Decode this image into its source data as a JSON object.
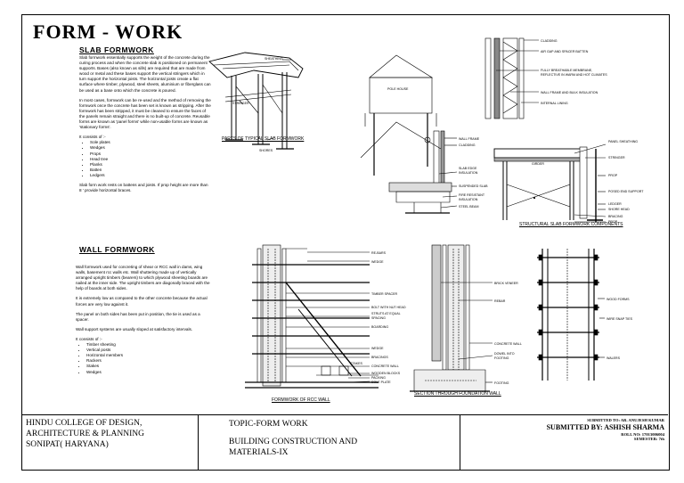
{
  "title": "FORM - WORK",
  "slab": {
    "heading": "SLAB FORMWORK",
    "p1": "Slab formwork essentially supports the weight of the concrete during the curing process and when the concrete slab is positioned on permanent supports. Bases (also known as sills) are required that are made from wood or metal and these bases support the vertical stringers which in turn support the horizontal joists. The horizontal joists create a flat surface where timber, plywood, steel sheets, aluminium or fiberglass can be used as a base onto which the concrete is poured.",
    "p2": "In most cases, formwork can be re-used and the method of removing the formwork once the concrete has been set is known as stripping. After the formwork has been stripped, it must be cleaned to ensure the faces of the panels remain straight and there is no built-up of concrete. Reusable forms are known as 'panel forms' while non-usable forms are known as 'stationary forms'.",
    "list_intro": "It consists of :-",
    "items": [
      "Sole plates",
      "Wedges",
      "Props",
      "Head tree",
      "Planks",
      "Batten",
      "Ledgers"
    ],
    "p3": "Slab form work rests on battens and joists. If prop height are more than 8 ' provide horizontal braces."
  },
  "wall": {
    "heading": "WALL FORMWORK",
    "p1": "Wall formwork used for concreting of shear or RCC wall in dams, wing walls, basement rcc walls etc. Wall shuttering made up of vertically arranged upright timbers (bearers) to which plywood sheeting boards are nailed at the inner side. The upright timbers are diagonally braced with the help of boards at both sides.",
    "p2": "It is extremely low as compared to the other concrete because the actual forces are very low against it.",
    "p3": "The panel on both sides has been put in position, the tie is used as a spacer.",
    "p4": "Wall support systems are usually sloped at satisfactory intervals.",
    "list_intro": "It consists of :-",
    "items": [
      "Timber sheeting",
      "Vertical posts",
      "Horizontal members",
      "Rackers",
      "Stakes",
      "Wedges"
    ]
  },
  "captions": {
    "slab_parts": "PARTS OF TYPICAL SLAB FORMWORK",
    "structural": "STRUCTURAL SLAB FORMWORK COMPONENTS",
    "rcc_wall": "FORMWORK OF RCC WALL",
    "foundation": "SECTION THROUGH FOUNDATION WALL"
  },
  "labels": {
    "sheathing": "SHEATHING",
    "stringer": "STRINGER",
    "shores": "SHORES",
    "pole_house": "POLE HOUSE",
    "cladding": "CLADDING",
    "air_gap": "AIR GAP AND SPACER BATTEN",
    "membrane1": "FULLY BREATHABLE MEMBRANE,",
    "membrane2": "REFLECTIVE IN WARM AND HOT CLIMATES",
    "wall_frame_bulk": "WALL FRAME AND BULK INSULATION",
    "internal_lining": "INTERNAL LINING",
    "wall_frame": "WALL FRAME",
    "cladding2": "CLADDING",
    "slab_edge1": "SLAB EDGE",
    "slab_edge2": "INSULATION",
    "suspended_slab": "SUSPENDED SLAB",
    "fire_resist1": "FIRE RESISTANT",
    "fire_resist2": "INSULATION",
    "steel_beam": "STEEL BEAM",
    "panel_sheathing": "PANEL SHEATHING",
    "stringer2": "STRINGER",
    "girder": "GIRDER",
    "prop": "PROP",
    "posed_end": "POSED END SUPPORT",
    "ledger": "LEDGER",
    "shore_head": "SHORE HEAD",
    "bracing": "BRACING",
    "prop2": "PROP",
    "rebars": "RE-BARS",
    "wedge": "WEDGE",
    "timber_spacer": "TIMBER SPACER",
    "bolt": "BOLT WITH NUT HEAD",
    "struts1": "STRUTS AT EQUAL",
    "struts2": "SPACING",
    "boarding": "BOARDING",
    "wedge2": "WEDGE",
    "bracings": "BRACINGS",
    "concrete_wall": "CONCRETE WALL",
    "stakes": "STAKES",
    "wooden_blocks": "WOODEN BLOCKS",
    "packing": "PACKING",
    "sole_plate": "SOLE PLATE",
    "brick_veneer": "BRICK VENEER",
    "rebar": "REBAR",
    "concrete_wall2": "CONCRETE WALL",
    "dowel1": "DOWEL INTO",
    "dowel2": "FOOTING",
    "footing": "FOOTING",
    "wood_forms": "WOOD FORMS",
    "wire_snap": "WIRE SNAP TIES",
    "waler": "WALERS"
  },
  "footer": {
    "college1": "HINDU COLLEGE OF DESIGN,",
    "college2": "ARCHITECTURE & PLANNING",
    "college3": "SONIPAT( HARYANA)",
    "topic": "TOPIC-FORM WORK",
    "subject1": "BUILDING CONSTRUCTION AND",
    "subject2": "MATERIALS-IX",
    "submitted_to": "SUBMITTED TO: AR. ANUJESH KUMAR",
    "submitted_by": "SUBMITTED BY: ASHISH SHARMA",
    "roll": "ROLL NO: 17013006004",
    "semester": "SEMESTER: 7th"
  }
}
